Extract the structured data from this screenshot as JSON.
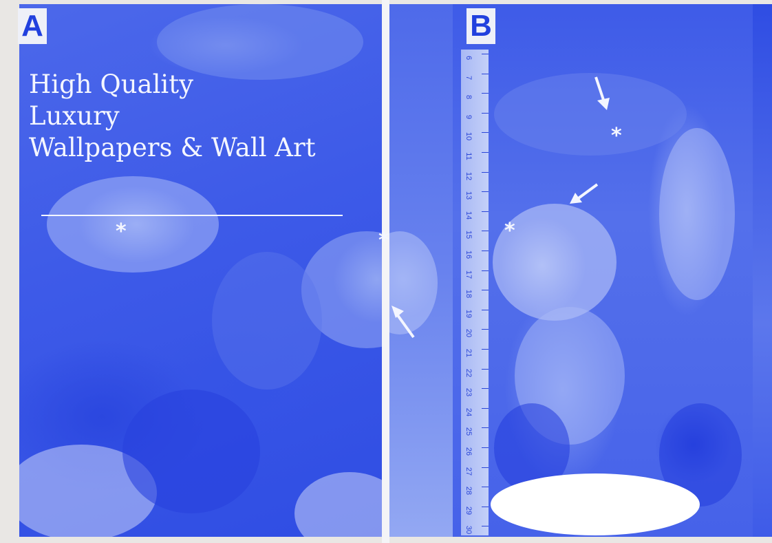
{
  "labels": {
    "panel_a": "A",
    "panel_b": "B"
  },
  "overlay": {
    "lines": [
      "High Quality",
      "Luxury",
      "Wallpapers & Wall Art"
    ]
  },
  "markers": {
    "asterisk": "*"
  },
  "ruler": {
    "ticks": [
      "6",
      "7",
      "8",
      "9",
      "10",
      "11",
      "12",
      "13",
      "14",
      "15",
      "16",
      "17",
      "18",
      "19",
      "20",
      "21",
      "22",
      "23",
      "24",
      "25",
      "26",
      "27",
      "28",
      "29",
      "30"
    ]
  },
  "colors": {
    "tint": "#3d5ae8",
    "overlay_text": "#f4f6ff",
    "label_text": "#2140de"
  },
  "icons": {
    "arrow": "arrow-icon"
  }
}
